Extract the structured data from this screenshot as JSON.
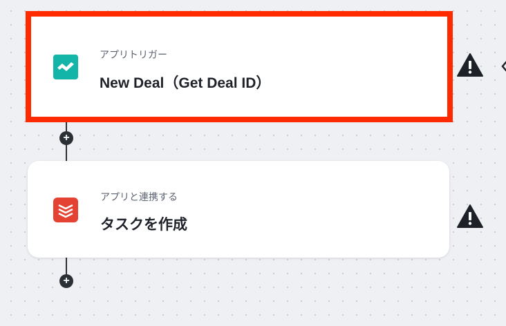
{
  "steps": [
    {
      "type_label": "アプリトリガー",
      "title": "New Deal（Get Deal ID）",
      "app_icon": "pipedrive-style-trigger-icon",
      "selected": true
    },
    {
      "type_label": "アプリと連携する",
      "title": "タスクを作成",
      "app_icon": "todoist-icon",
      "selected": false
    }
  ],
  "add_step_symbol": "+",
  "colors": {
    "canvas": "#eef0f3",
    "highlight": "#ff2a00",
    "trigger_icon": "#12b5a8",
    "todoist_icon": "#e44232",
    "warning": "#1e2228"
  }
}
